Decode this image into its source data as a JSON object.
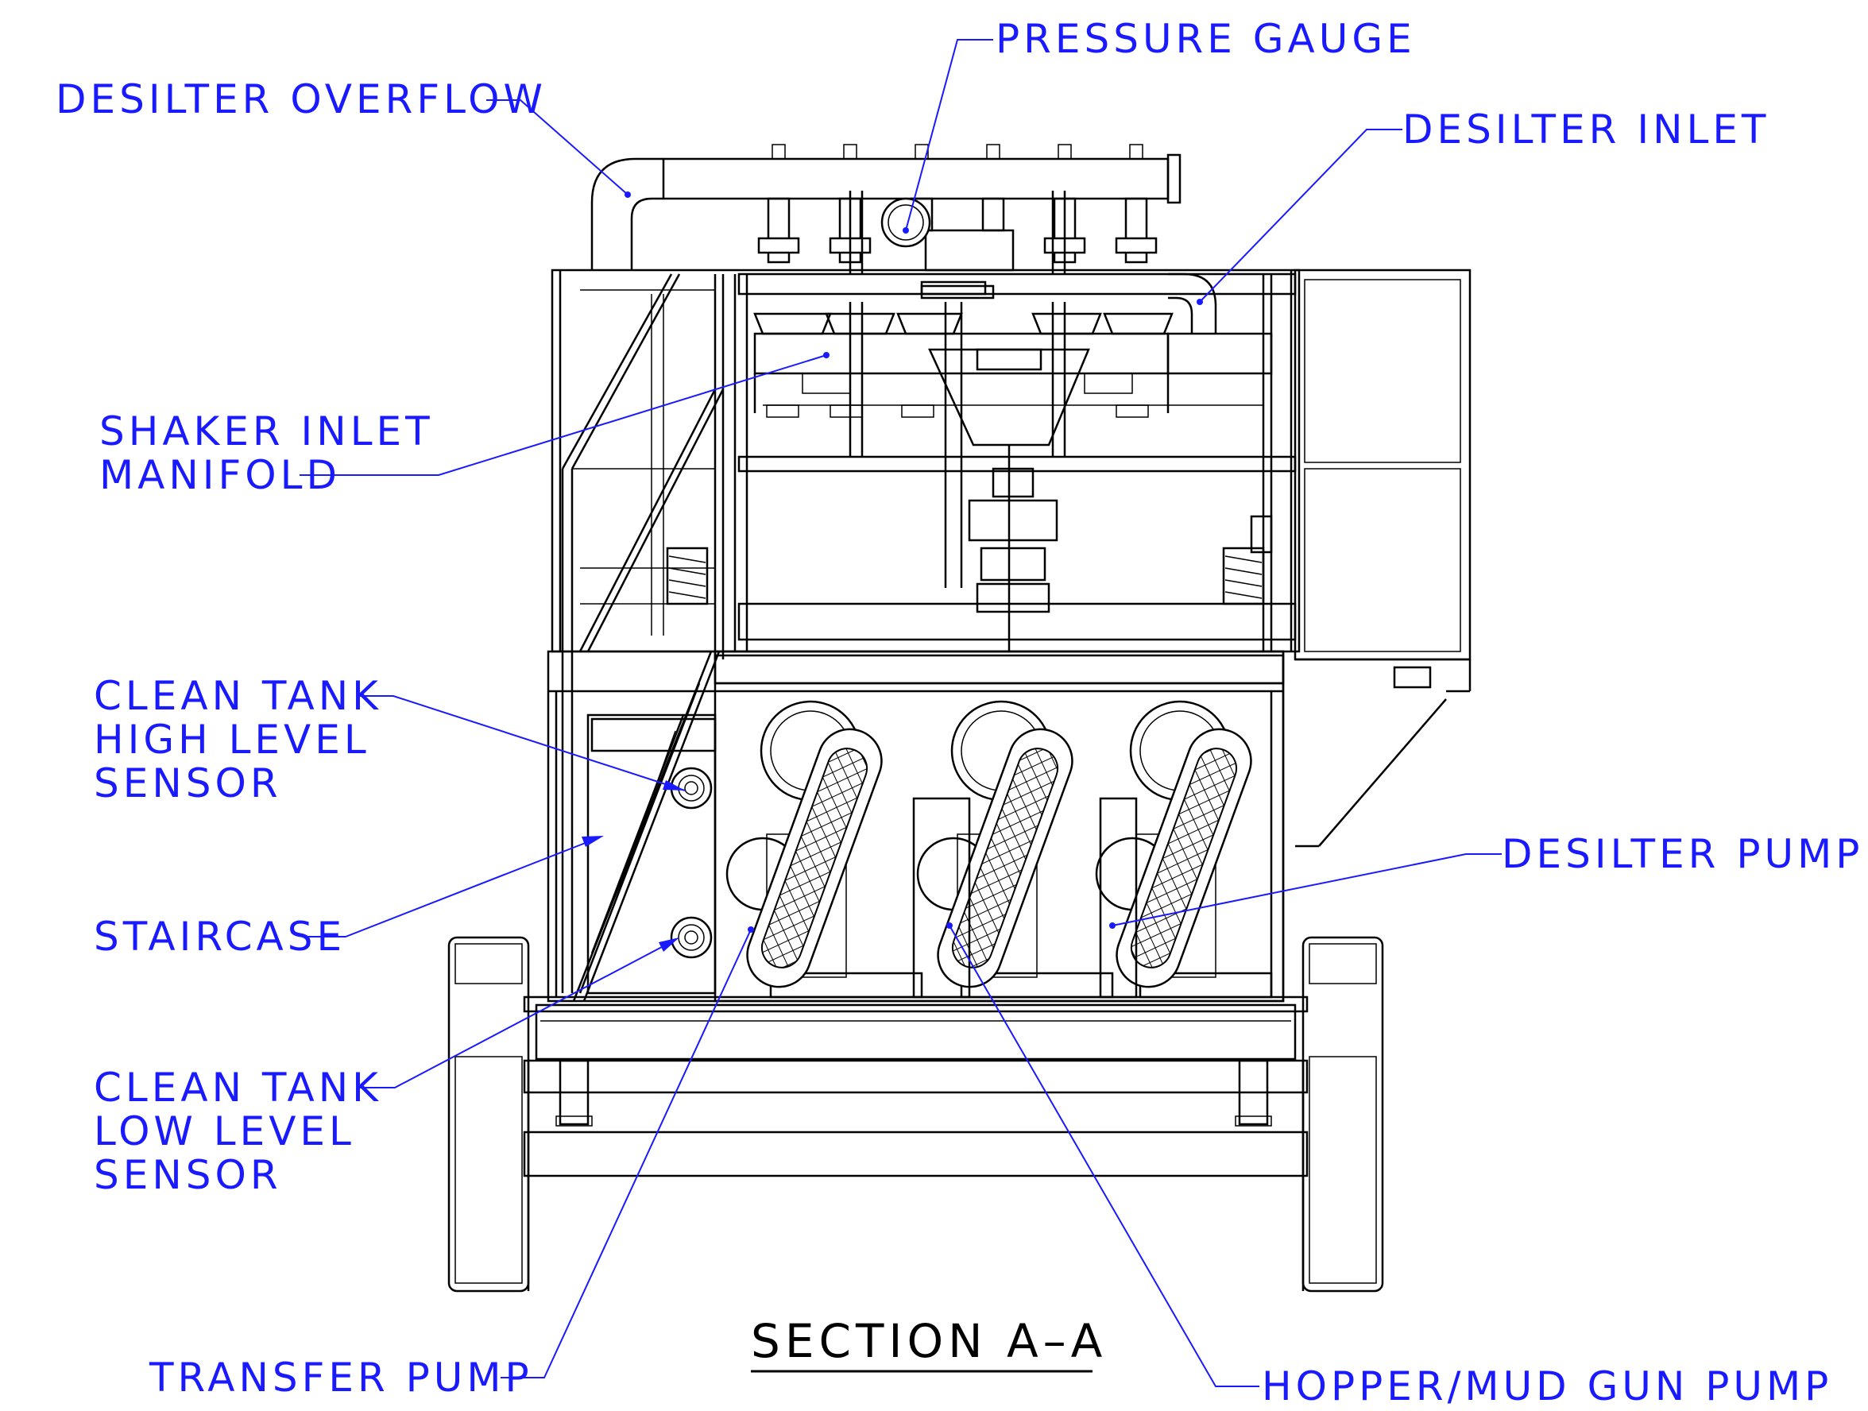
{
  "title": "SECTION A–A",
  "labels": {
    "pressure_gauge": "PRESSURE GAUGE",
    "desilter_overflow": "DESILTER OVERFLOW",
    "desilter_inlet": "DESILTER INLET",
    "shaker_inlet_manifold": [
      "SHAKER INLET",
      "MANIFOLD"
    ],
    "clean_tank_high_level_sensor": [
      "CLEAN TANK",
      "HIGH LEVEL",
      "SENSOR"
    ],
    "staircase": "STAIRCASE",
    "clean_tank_low_level_sensor": [
      "CLEAN TANK",
      "LOW LEVEL",
      "SENSOR"
    ],
    "transfer_pump": "TRANSFER PUMP",
    "desilter_pump": "DESILTER PUMP",
    "hopper_mud_gun_pump": "HOPPER/MUD GUN PUMP"
  },
  "colors": {
    "label": "#1a1aff",
    "linework": "#000000",
    "background": "#ffffff"
  }
}
